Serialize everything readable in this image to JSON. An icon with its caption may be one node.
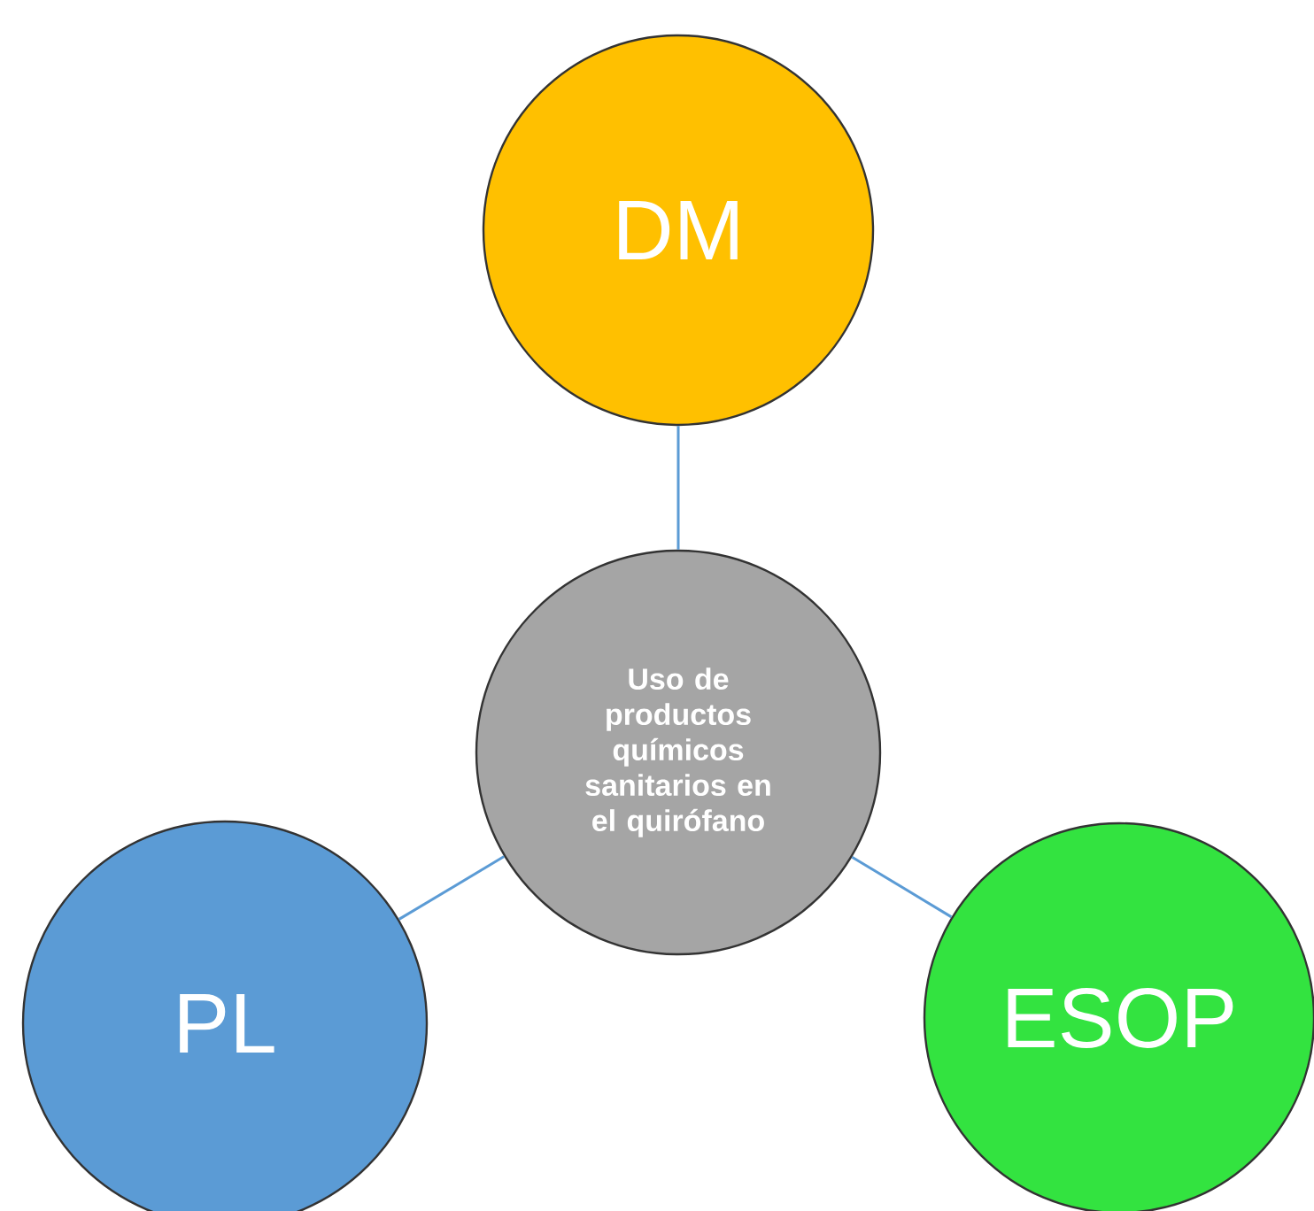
{
  "diagram": {
    "nodes": [
      {
        "text": [
          "DM"
        ]
      },
      {
        "text": [
          "Uso de productos químicos sanitarios en el quirófano"
        ]
      },
      {
        "text": [
          "PL"
        ]
      },
      {
        "text": [
          "ESOP"
        ]
      }
    ],
    "edges": [
      {
        "from": 1,
        "to": 0,
        "arrow": "none"
      },
      {
        "from": 1,
        "to": 2,
        "arrow": "none"
      },
      {
        "from": 1,
        "to": 3,
        "arrow": "none"
      }
    ]
  }
}
